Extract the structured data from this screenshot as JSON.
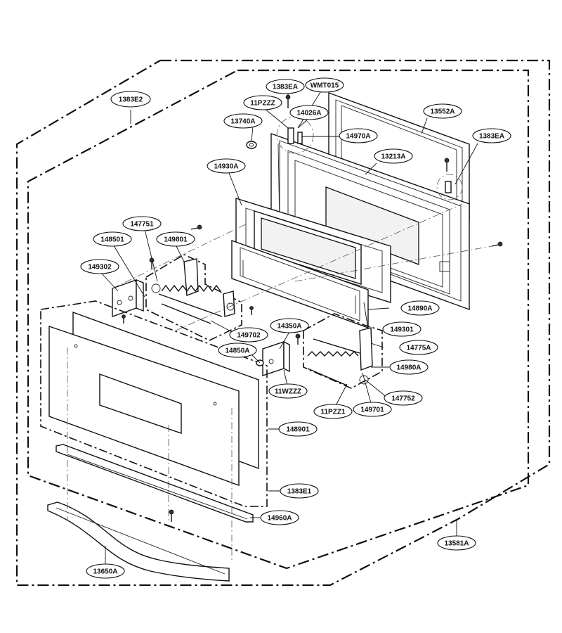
{
  "callouts": [
    {
      "key": "c1383e2",
      "label": "1383E2"
    },
    {
      "key": "c1383ea_top",
      "label": "1383EA"
    },
    {
      "key": "cwmt015",
      "label": "WMT015"
    },
    {
      "key": "c11pzzz",
      "label": "11PZZZ"
    },
    {
      "key": "c14026a",
      "label": "14026A"
    },
    {
      "key": "c13740a",
      "label": "13740A"
    },
    {
      "key": "c14970a",
      "label": "14970A"
    },
    {
      "key": "c13552a",
      "label": "13552A"
    },
    {
      "key": "c1383ea_right",
      "label": "1383EA"
    },
    {
      "key": "c14930a",
      "label": "14930A"
    },
    {
      "key": "c13213a",
      "label": "13213A"
    },
    {
      "key": "c147751",
      "label": "147751"
    },
    {
      "key": "c148501",
      "label": "148501"
    },
    {
      "key": "c149801",
      "label": "149801"
    },
    {
      "key": "c149302",
      "label": "149302"
    },
    {
      "key": "c14890a",
      "label": "14890A"
    },
    {
      "key": "c149301",
      "label": "149301"
    },
    {
      "key": "c14350a",
      "label": "14350A"
    },
    {
      "key": "c14775a",
      "label": "14775A"
    },
    {
      "key": "c14850a",
      "label": "14850A"
    },
    {
      "key": "c149702",
      "label": "149702"
    },
    {
      "key": "c14980a",
      "label": "14980A"
    },
    {
      "key": "c11wzzz",
      "label": "11WZZZ"
    },
    {
      "key": "c147752",
      "label": "147752"
    },
    {
      "key": "c11pzz1",
      "label": "11PZZ1"
    },
    {
      "key": "c149701",
      "label": "149701"
    },
    {
      "key": "c148901",
      "label": "148901"
    },
    {
      "key": "c1383e1",
      "label": "1383E1"
    },
    {
      "key": "c14960a",
      "label": "14960A"
    },
    {
      "key": "c13581a",
      "label": "13581A"
    },
    {
      "key": "c13650a",
      "label": "13650A"
    }
  ]
}
